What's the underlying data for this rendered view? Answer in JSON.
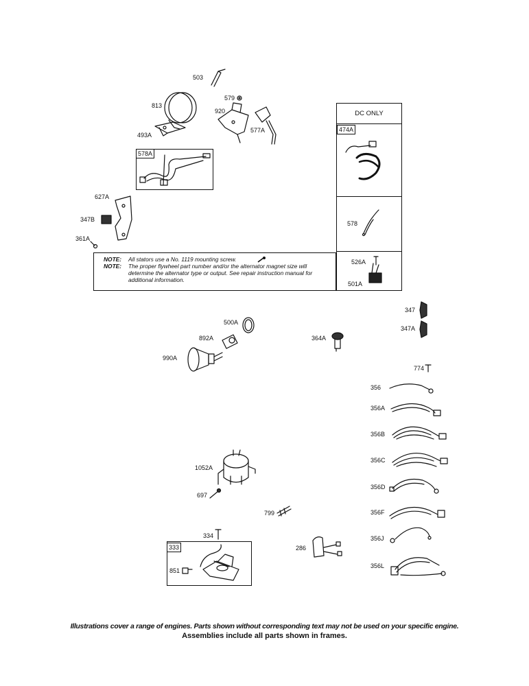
{
  "labels": {
    "p503": "503",
    "p579": "579",
    "p813": "813",
    "p920": "920",
    "p577A": "577A",
    "p493A": "493A",
    "p627A": "627A",
    "p347B": "347B",
    "p361A": "361A",
    "p578": "578",
    "p526A": "526A",
    "p501A": "501A",
    "p347": "347",
    "p347A": "347A",
    "p500A": "500A",
    "p892A": "892A",
    "p364A": "364A",
    "p990A": "990A",
    "p774": "774",
    "p356": "356",
    "p356A": "356A",
    "p356B": "356B",
    "p356C": "356C",
    "p356D": "356D",
    "p356F": "356F",
    "p356J": "356J",
    "p356L": "356L",
    "p1052A": "1052A",
    "p697": "697",
    "p799": "799",
    "p334": "334",
    "p286": "286",
    "p851": "851"
  },
  "frame_tags": {
    "t578A": "578A",
    "t474A": "474A",
    "t333": "333"
  },
  "dc_only": "DC ONLY",
  "notes": [
    {
      "key": "NOTE:",
      "text": "All stators use a No. 1119 mounting screw."
    },
    {
      "key": "NOTE:",
      "text": "The proper flywheel part number and/or the alternator magnet size will determine the alternator type or output. See repair instruction manual for additional information."
    }
  ],
  "footer": {
    "line1": "Illustrations cover a range of engines. Parts shown without corresponding text may not be used on your specific engine.",
    "line2": "Assemblies include all parts shown in frames."
  }
}
